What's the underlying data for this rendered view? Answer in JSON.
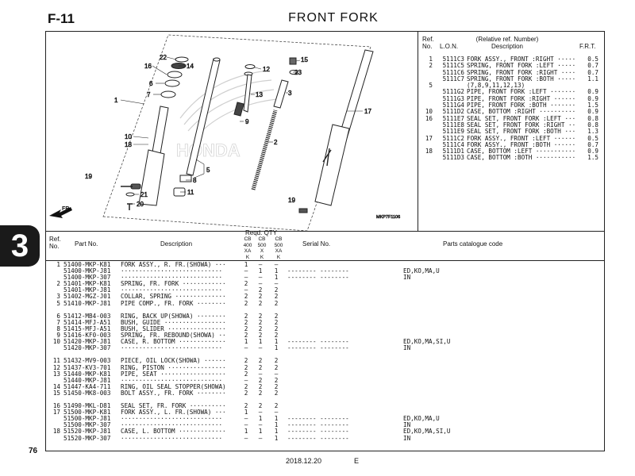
{
  "header": {
    "code": "F-11",
    "title": "FRONT FORK"
  },
  "diagram": {
    "callouts": [
      "22",
      "14",
      "16",
      "6",
      "7",
      "1",
      "10",
      "18",
      "19",
      "21",
      "20",
      "15",
      "12",
      "23",
      "13",
      "3",
      "9",
      "2",
      "5",
      "8",
      "11",
      "17",
      "19",
      "FR."
    ],
    "drawing_code": "MKP7F1106"
  },
  "ref_table": {
    "headers": {
      "ref": "Ref.",
      "no": "No.",
      "lon": "L.O.N.",
      "desc_top": "(Relative ref. Number)",
      "desc": "Description",
      "frt": "F.R.T."
    },
    "rows": [
      {
        "ref": "1",
        "lon": "5111C3",
        "desc": "FORK ASSY., FRONT :RIGHT ·····",
        "frt": "0.5"
      },
      {
        "ref": "2",
        "lon": "5111C5",
        "desc": "SPRING, FRONT FORK :LEFT ·····",
        "frt": "0.7"
      },
      {
        "ref": "",
        "lon": "5111C6",
        "desc": "SPRING, FRONT FORK :RIGHT ····",
        "frt": "0.7"
      },
      {
        "ref": "",
        "lon": "5111C7",
        "desc": "SPRING, FRONT FORK :BOTH ·····",
        "frt": "1.1"
      },
      {
        "ref": "5",
        "lon": "",
        "desc": "(7,8,9,11,12,13)",
        "frt": ""
      },
      {
        "ref": "",
        "lon": "5111G2",
        "desc": "PIPE, FRONT FORK :LEFT ·······",
        "frt": "0.9"
      },
      {
        "ref": "",
        "lon": "5111G3",
        "desc": "PIPE, FRONT FORK :RIGHT ······",
        "frt": "0.9"
      },
      {
        "ref": "",
        "lon": "5111G4",
        "desc": "PIPE, FRONT FORK :BOTH ·······",
        "frt": "1.5"
      },
      {
        "ref": "10",
        "lon": "5111D2",
        "desc": "CASE, BOTTOM :RIGHT ··········",
        "frt": "0.9"
      },
      {
        "ref": "16",
        "lon": "5111E7",
        "desc": "SEAL SET, FRONT FORK :LEFT ···",
        "frt": "0.8"
      },
      {
        "ref": "",
        "lon": "5111E8",
        "desc": "SEAL SET, FRONT FORK :RIGHT ··",
        "frt": "0.8"
      },
      {
        "ref": "",
        "lon": "5111E9",
        "desc": "SEAL SET, FRONT FORK :BOTH ···",
        "frt": "1.3"
      },
      {
        "ref": "17",
        "lon": "5111C2",
        "desc": "FORK ASSY., FRONT :LEFT ······",
        "frt": "0.5"
      },
      {
        "ref": "",
        "lon": "5111C4",
        "desc": "FORK ASSY., FRONT :BOTH ······",
        "frt": "0.7"
      },
      {
        "ref": "18",
        "lon": "5111D1",
        "desc": "CASE, BOTTOM :LEFT ···········",
        "frt": "0.9"
      },
      {
        "ref": "",
        "lon": "5111D3",
        "desc": "CASE, BOTTOM :BOTH ···········",
        "frt": "1.5"
      }
    ]
  },
  "parts_table": {
    "headers": {
      "ref": "Ref.",
      "no": "No.",
      "part_no": "Part No.",
      "description": "Description",
      "reqd_qty": "Reqd. QTY",
      "cols": [
        [
          "CB",
          "400",
          "XA",
          "K"
        ],
        [
          "CB",
          "500",
          "X",
          "K"
        ],
        [
          "CB",
          "500",
          "XA",
          "K"
        ]
      ],
      "serial": "Serial No.",
      "catalogue": "Parts catalogue code"
    },
    "groups": [
      [
        {
          "ref": "1",
          "part": "51400-MKP-K81",
          "desc": "FORK ASSY., R. FR.(SHOWA) ···",
          "q": [
            "1",
            "–",
            "–"
          ],
          "serial": "",
          "cat": ""
        },
        {
          "ref": "",
          "part": "51400-MKP-J81",
          "desc": "····························",
          "q": [
            "–",
            "1",
            "1"
          ],
          "serial": "-------- --------",
          "cat": "ED,KO,MA,U"
        },
        {
          "ref": "",
          "part": "51400-MKP-307",
          "desc": "····························",
          "q": [
            "–",
            "–",
            "1"
          ],
          "serial": "-------- --------",
          "cat": "IN"
        },
        {
          "ref": "2",
          "part": "51401-MKP-K81",
          "desc": "SPRING, FR. FORK ············",
          "q": [
            "2",
            "–",
            "–"
          ],
          "serial": "",
          "cat": ""
        },
        {
          "ref": "",
          "part": "51401-MKP-J81",
          "desc": "····························",
          "q": [
            "–",
            "2",
            "2"
          ],
          "serial": "",
          "cat": ""
        },
        {
          "ref": "3",
          "part": "51402-MGZ-J01",
          "desc": "COLLAR, SPRING ··············",
          "q": [
            "2",
            "2",
            "2"
          ],
          "serial": "",
          "cat": ""
        },
        {
          "ref": "5",
          "part": "51410-MKP-J81",
          "desc": "PIPE COMP., FR. FORK ········",
          "q": [
            "2",
            "2",
            "2"
          ],
          "serial": "",
          "cat": ""
        }
      ],
      [
        {
          "ref": "6",
          "part": "51412-MB4-003",
          "desc": "RING, BACK UP(SHOWA) ········",
          "q": [
            "2",
            "2",
            "2"
          ],
          "serial": "",
          "cat": ""
        },
        {
          "ref": "7",
          "part": "51414-MFJ-A51",
          "desc": "BUSH, GUIDE ·················",
          "q": [
            "2",
            "2",
            "2"
          ],
          "serial": "",
          "cat": ""
        },
        {
          "ref": "8",
          "part": "51415-MFJ-A51",
          "desc": "BUSH, SLIDER ················",
          "q": [
            "2",
            "2",
            "2"
          ],
          "serial": "",
          "cat": ""
        },
        {
          "ref": "9",
          "part": "51416-KF0-003",
          "desc": "SPRING, FR. REBOUND(SHOWA) ··",
          "q": [
            "2",
            "2",
            "2"
          ],
          "serial": "",
          "cat": ""
        },
        {
          "ref": "10",
          "part": "51420-MKP-J81",
          "desc": "CASE, R. BOTTOM ·············",
          "q": [
            "1",
            "1",
            "1"
          ],
          "serial": "-------- --------",
          "cat": "ED,KO,MA,SI,U"
        },
        {
          "ref": "",
          "part": "51420-MKP-307",
          "desc": "····························",
          "q": [
            "–",
            "–",
            "1"
          ],
          "serial": "-------- --------",
          "cat": "IN"
        }
      ],
      [
        {
          "ref": "11",
          "part": "51432-MV9-003",
          "desc": "PIECE, OIL LOCK(SHOWA) ······",
          "q": [
            "2",
            "2",
            "2"
          ],
          "serial": "",
          "cat": ""
        },
        {
          "ref": "12",
          "part": "51437-KV3-701",
          "desc": "RING, PISTON ················",
          "q": [
            "2",
            "2",
            "2"
          ],
          "serial": "",
          "cat": ""
        },
        {
          "ref": "13",
          "part": "51440-MKP-K81",
          "desc": "PIPE, SEAT ··················",
          "q": [
            "2",
            "–",
            "–"
          ],
          "serial": "",
          "cat": ""
        },
        {
          "ref": "",
          "part": "51440-MKP-J81",
          "desc": "····························",
          "q": [
            "–",
            "2",
            "2"
          ],
          "serial": "",
          "cat": ""
        },
        {
          "ref": "14",
          "part": "51447-KA4-711",
          "desc": "RING, OIL SEAL STOPPER(SHOWA)",
          "q": [
            "2",
            "2",
            "2"
          ],
          "serial": "",
          "cat": ""
        },
        {
          "ref": "15",
          "part": "51450-MK8-003",
          "desc": "BOLT ASSY., FR. FORK ········",
          "q": [
            "2",
            "2",
            "2"
          ],
          "serial": "",
          "cat": ""
        }
      ],
      [
        {
          "ref": "16",
          "part": "51490-MKL-D81",
          "desc": "SEAL SET, FR. FORK ··········",
          "q": [
            "2",
            "2",
            "2"
          ],
          "serial": "",
          "cat": ""
        },
        {
          "ref": "17",
          "part": "51500-MKP-K81",
          "desc": "FORK ASSY., L. FR.(SHOWA) ···",
          "q": [
            "1",
            "–",
            "–"
          ],
          "serial": "",
          "cat": ""
        },
        {
          "ref": "",
          "part": "51500-MKP-J81",
          "desc": "····························",
          "q": [
            "–",
            "1",
            "1"
          ],
          "serial": "-------- --------",
          "cat": "ED,KO,MA,U"
        },
        {
          "ref": "",
          "part": "51500-MKP-307",
          "desc": "····························",
          "q": [
            "–",
            "–",
            "1"
          ],
          "serial": "-------- --------",
          "cat": "IN"
        },
        {
          "ref": "18",
          "part": "51520-MKP-J81",
          "desc": "CASE, L. BOTTOM ·············",
          "q": [
            "1",
            "1",
            "1"
          ],
          "serial": "-------- --------",
          "cat": "ED,KO,MA,SI,U"
        },
        {
          "ref": "",
          "part": "51520-MKP-307",
          "desc": "····························",
          "q": [
            "–",
            "–",
            "1"
          ],
          "serial": "-------- --------",
          "cat": "IN"
        }
      ]
    ]
  },
  "side_tab": "3",
  "footer": {
    "page_number": "76",
    "date": "2018.12.20",
    "edition": "E"
  }
}
